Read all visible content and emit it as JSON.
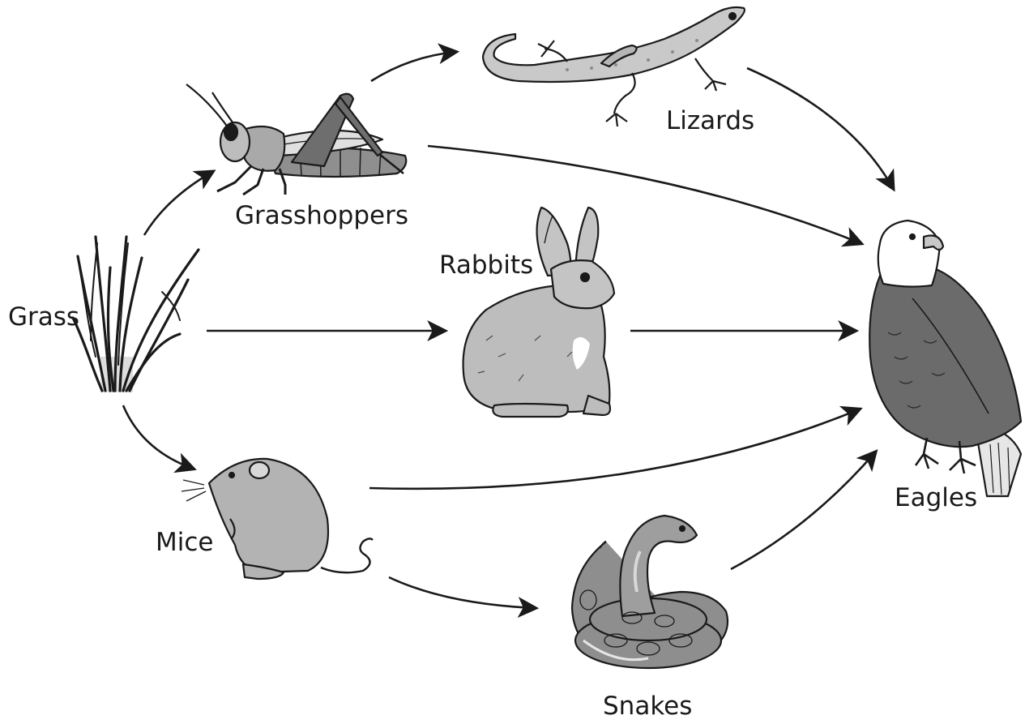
{
  "organisms": {
    "grass": "Grass",
    "grasshoppers": "Grasshoppers",
    "lizards": "Lizards",
    "rabbits": "Rabbits",
    "mice": "Mice",
    "snakes": "Snakes",
    "eagles": "Eagles"
  },
  "links": [
    {
      "from": "grass",
      "to": "grasshoppers"
    },
    {
      "from": "grass",
      "to": "rabbits"
    },
    {
      "from": "grass",
      "to": "mice"
    },
    {
      "from": "grasshoppers",
      "to": "lizards"
    },
    {
      "from": "grasshoppers",
      "to": "eagles"
    },
    {
      "from": "lizards",
      "to": "eagles"
    },
    {
      "from": "rabbits",
      "to": "eagles"
    },
    {
      "from": "mice",
      "to": "eagles"
    },
    {
      "from": "mice",
      "to": "snakes"
    },
    {
      "from": "snakes",
      "to": "eagles"
    }
  ],
  "colors": {
    "ink": "#1a1a1a",
    "fill_light": "#c8c8c8",
    "fill_mid": "#a8a8a8",
    "fill_dark": "#555555",
    "white": "#ffffff"
  }
}
